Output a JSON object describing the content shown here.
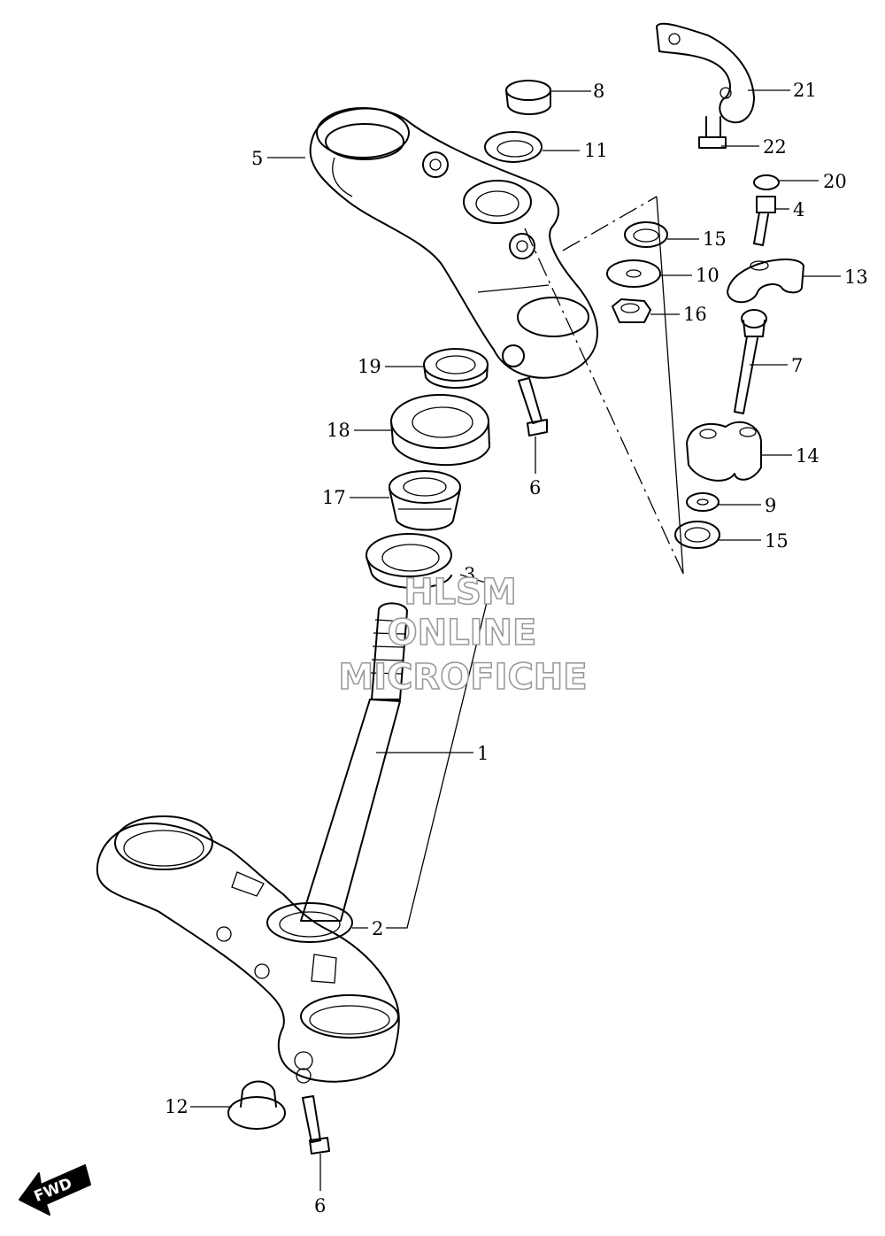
{
  "watermark": {
    "line1": "HLSM",
    "line2": "ONLINE",
    "line3": "MICROFICHE"
  },
  "fwd_label": "FWD",
  "callouts": [
    {
      "id": "c1",
      "num": "1"
    },
    {
      "id": "c2",
      "num": "2"
    },
    {
      "id": "c3",
      "num": "3"
    },
    {
      "id": "c4",
      "num": "4"
    },
    {
      "id": "c5",
      "num": "5"
    },
    {
      "id": "c6a",
      "num": "6"
    },
    {
      "id": "c6b",
      "num": "6"
    },
    {
      "id": "c7",
      "num": "7"
    },
    {
      "id": "c8",
      "num": "8"
    },
    {
      "id": "c9",
      "num": "9"
    },
    {
      "id": "c10",
      "num": "10"
    },
    {
      "id": "c11",
      "num": "11"
    },
    {
      "id": "c12",
      "num": "12"
    },
    {
      "id": "c13",
      "num": "13"
    },
    {
      "id": "c14",
      "num": "14"
    },
    {
      "id": "c15a",
      "num": "15"
    },
    {
      "id": "c15b",
      "num": "15"
    },
    {
      "id": "c16",
      "num": "16"
    },
    {
      "id": "c17",
      "num": "17"
    },
    {
      "id": "c18",
      "num": "18"
    },
    {
      "id": "c19",
      "num": "19"
    },
    {
      "id": "c20",
      "num": "20"
    },
    {
      "id": "c21",
      "num": "21"
    },
    {
      "id": "c22",
      "num": "22"
    }
  ]
}
